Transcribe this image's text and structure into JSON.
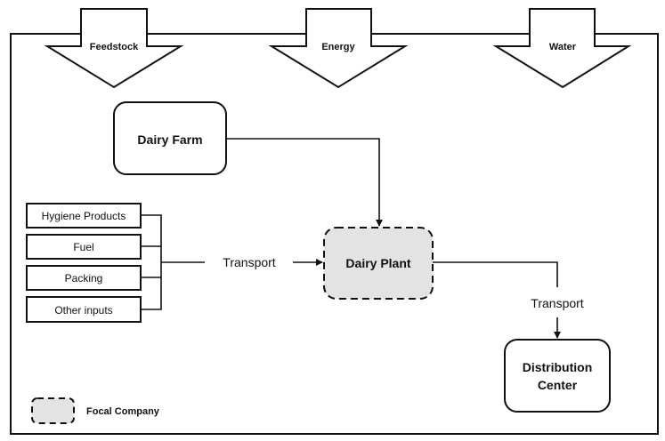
{
  "inputs_top": [
    {
      "label": "Feedstock"
    },
    {
      "label": "Energy"
    },
    {
      "label": "Water"
    }
  ],
  "nodes": {
    "dairy_farm": "Dairy Farm",
    "dairy_plant": "Dairy Plant",
    "distribution_center_line1": "Distribution",
    "distribution_center_line2": "Center"
  },
  "input_list": [
    {
      "label": "Hygiene Products"
    },
    {
      "label": "Fuel"
    },
    {
      "label": "Packing"
    },
    {
      "label": "Other inputs"
    }
  ],
  "edges": {
    "inputs_to_plant": "Transport",
    "plant_to_distribution": "Transport"
  },
  "legend": {
    "focal_company": "Focal Company"
  },
  "colors": {
    "stroke": "#111111",
    "focal_fill": "#e3e3e3",
    "background": "#ffffff"
  }
}
